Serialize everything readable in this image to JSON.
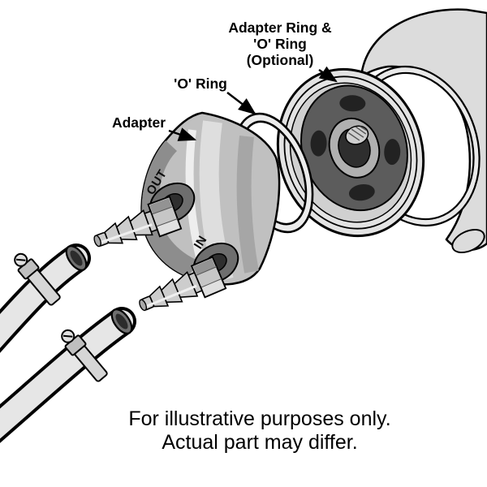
{
  "diagram": {
    "callouts": {
      "optional": {
        "line1": "Adapter Ring &",
        "line2": "'O' Ring",
        "line3": "(Optional)"
      },
      "oring": "'O' Ring",
      "adapter": "Adapter"
    },
    "ports": {
      "out": "OUT",
      "in": "IN"
    },
    "caption": {
      "line1": "For illustrative purposes only.",
      "line2": "Actual part may differ."
    },
    "palette": {
      "ink": "#000000",
      "background": "#ffffff",
      "light_gray": "#e3e3e3",
      "mid_gray": "#c0c0c0",
      "dark_gray": "#5c5c5c",
      "shadow_gray": "#8d8d8d"
    }
  }
}
